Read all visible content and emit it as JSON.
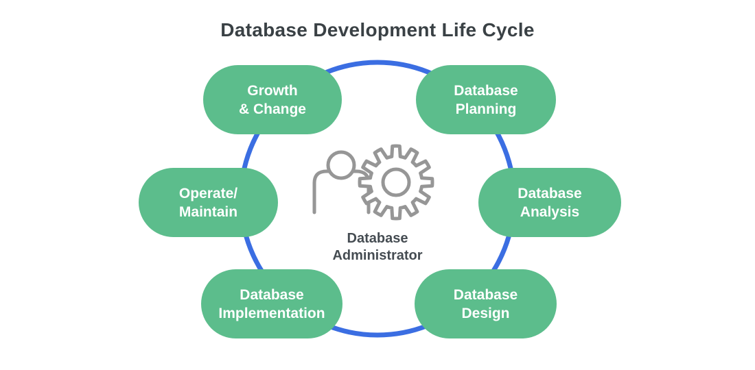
{
  "title": "Database Development Life Cycle",
  "center": {
    "label": "Database\nAdministrator",
    "icons": [
      "person-icon",
      "gear-icon"
    ]
  },
  "stages": [
    {
      "label": "Database\nPlanning"
    },
    {
      "label": "Database\nAnalysis"
    },
    {
      "label": "Database\nDesign"
    },
    {
      "label": "Database\nImplementation"
    },
    {
      "label": "Operate/\nMaintain"
    },
    {
      "label": "Growth\n& Change"
    }
  ],
  "colors": {
    "stage_fill": "#5CBD8C",
    "stage_text": "#FFFFFF",
    "cycle_ring": "#3B6EE2",
    "title_text": "#3A4145",
    "center_text": "#454C52",
    "icon_stroke": "#969696"
  }
}
